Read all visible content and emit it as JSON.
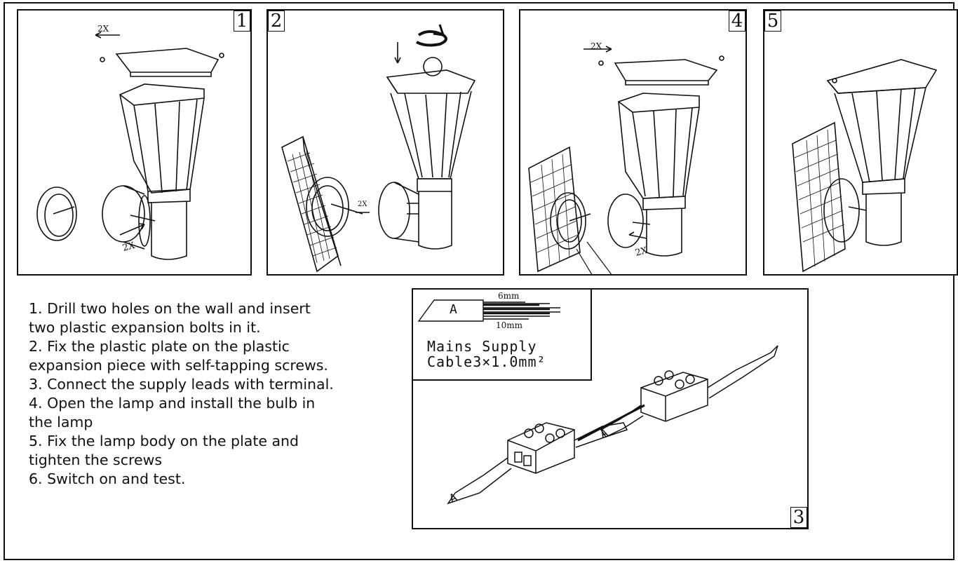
{
  "panels": {
    "p1": {
      "number": "1",
      "screw_count": "2X",
      "bolt_count": "2X"
    },
    "p2": {
      "number": "2",
      "screw_count": "2X"
    },
    "p3": {
      "number": "3",
      "letter_a": "A",
      "dim_6mm": "6mm",
      "dim_10mm": "10mm",
      "supply_line1": "Mains Supply",
      "supply_line2": "Cable3×1.0mm²"
    },
    "p4": {
      "number": "4",
      "screw_count": "2X",
      "bolt_count": "2X"
    },
    "p5": {
      "number": "5"
    }
  },
  "instructions": [
    "1. Drill two holes on the wall and insert",
    "two plastic expansion bolts in it.",
    "2. Fix the plastic plate on the plastic",
    "expansion piece with self-tapping screws.",
    "3. Connect the supply leads with terminal.",
    "4. Open the lamp and install the bulb in",
    "the lamp",
    "5. Fix the lamp body on the plate and",
    "tighten the screws",
    "6. Switch on and test."
  ],
  "icons": [
    "wall-lamp-drawing",
    "brick-wall-drawing",
    "mounting-plate-drawing",
    "terminal-block-drawing",
    "rotate-arrow-icon"
  ]
}
